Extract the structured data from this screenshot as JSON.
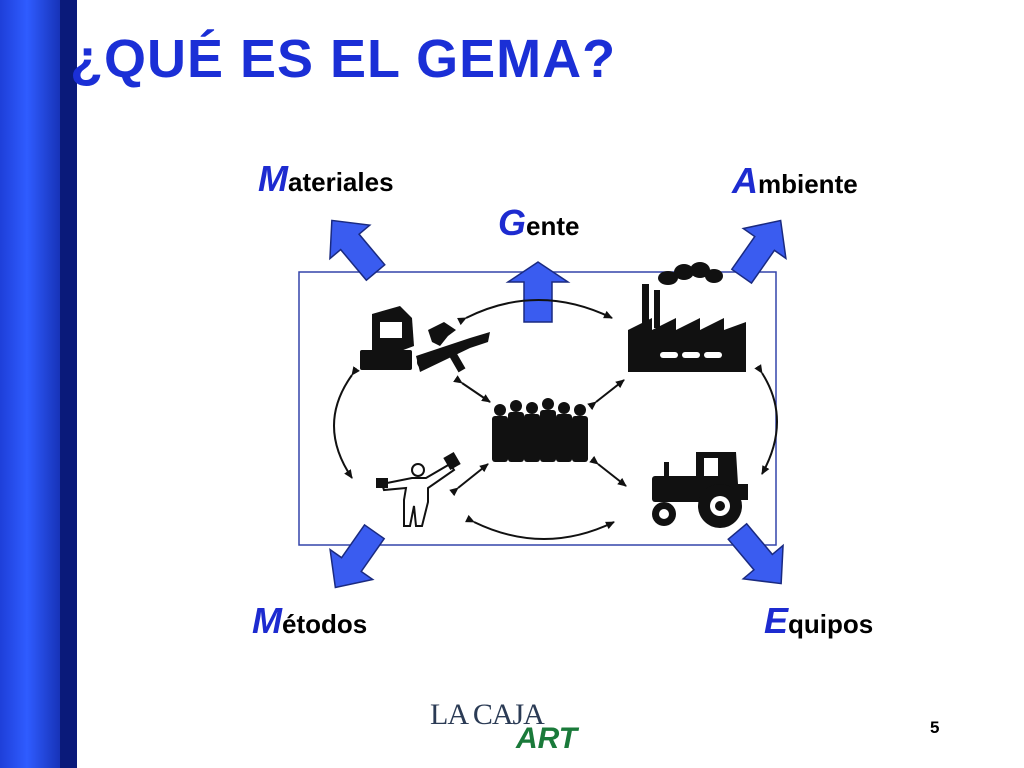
{
  "slide": {
    "title": "¿QUÉ ES EL GEMA?",
    "page_number": "5"
  },
  "labels": {
    "materiales": {
      "initial": "M",
      "rest": "ateriales"
    },
    "ambiente": {
      "initial": "A",
      "rest": "mbiente"
    },
    "gente": {
      "initial": "G",
      "rest": "ente"
    },
    "metodos": {
      "initial": "M",
      "rest": "étodos"
    },
    "equipos": {
      "initial": "E",
      "rest": "quipos"
    }
  },
  "logo": {
    "line1": "LA CAJA",
    "line2": "ART"
  },
  "colors": {
    "accent": "#1b2fd6",
    "arrow_fill": "#3a5cf0",
    "side_bar": "#2f5cff",
    "side_bar_dark": "#0a1a7a",
    "frame": "#3344aa",
    "logo_green": "#1a7a3a"
  },
  "icons": [
    "machinery-tools-icon",
    "factory-icon",
    "people-group-icon",
    "worker-icon",
    "tractor-icon"
  ]
}
